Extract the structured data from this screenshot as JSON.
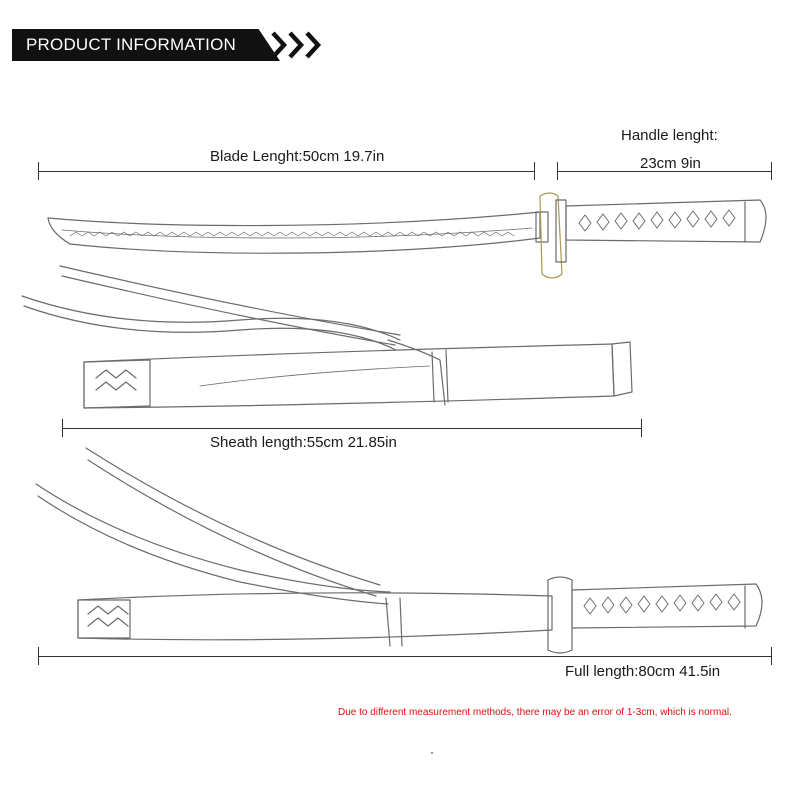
{
  "header": {
    "title": "PRODUCT INFORMATION",
    "chevron_icon": "chevron-right-icon"
  },
  "measurements": {
    "blade": "Blade Lenght:50cm 19.7in",
    "handle_line1": "Handle lenght:",
    "handle_line2": "23cm 9in",
    "sheath": "Sheath length:55cm 21.85in",
    "full": "Full length:80cm 41.5in"
  },
  "note": "Due to different measurement methods, there may be an error of 1-3cm, which is normal.",
  "colors": {
    "banner": "#111111",
    "banner_text": "#ffffff",
    "note": "#e01010",
    "sketch": "#6b6b6b"
  }
}
